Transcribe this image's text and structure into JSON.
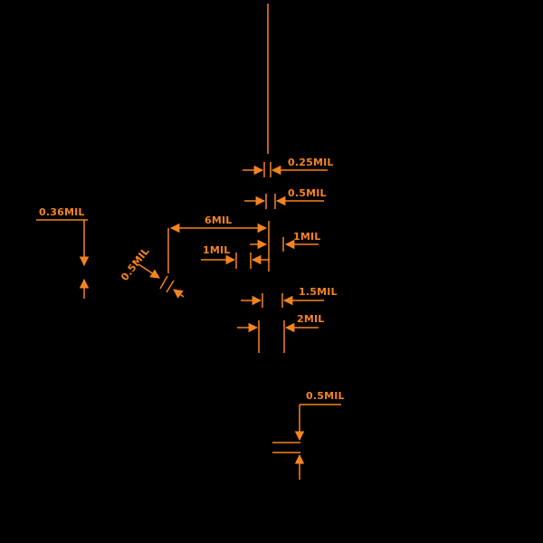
{
  "colors": {
    "background": "#000000",
    "accent": "#F5841F"
  },
  "dimensions": {
    "d_0_25_top": "0.25MIL",
    "d_0_5_top": "0.5MIL",
    "d_0_36_left": "0.36MIL",
    "d_6": "6MIL",
    "d_1_left": "1MIL",
    "d_1_right": "1MIL",
    "d_0_5_diagonal": "0.5MIL",
    "d_1_5": "1.5MIL",
    "d_2": "2MIL",
    "d_0_5_bottom": "0.5MIL"
  }
}
